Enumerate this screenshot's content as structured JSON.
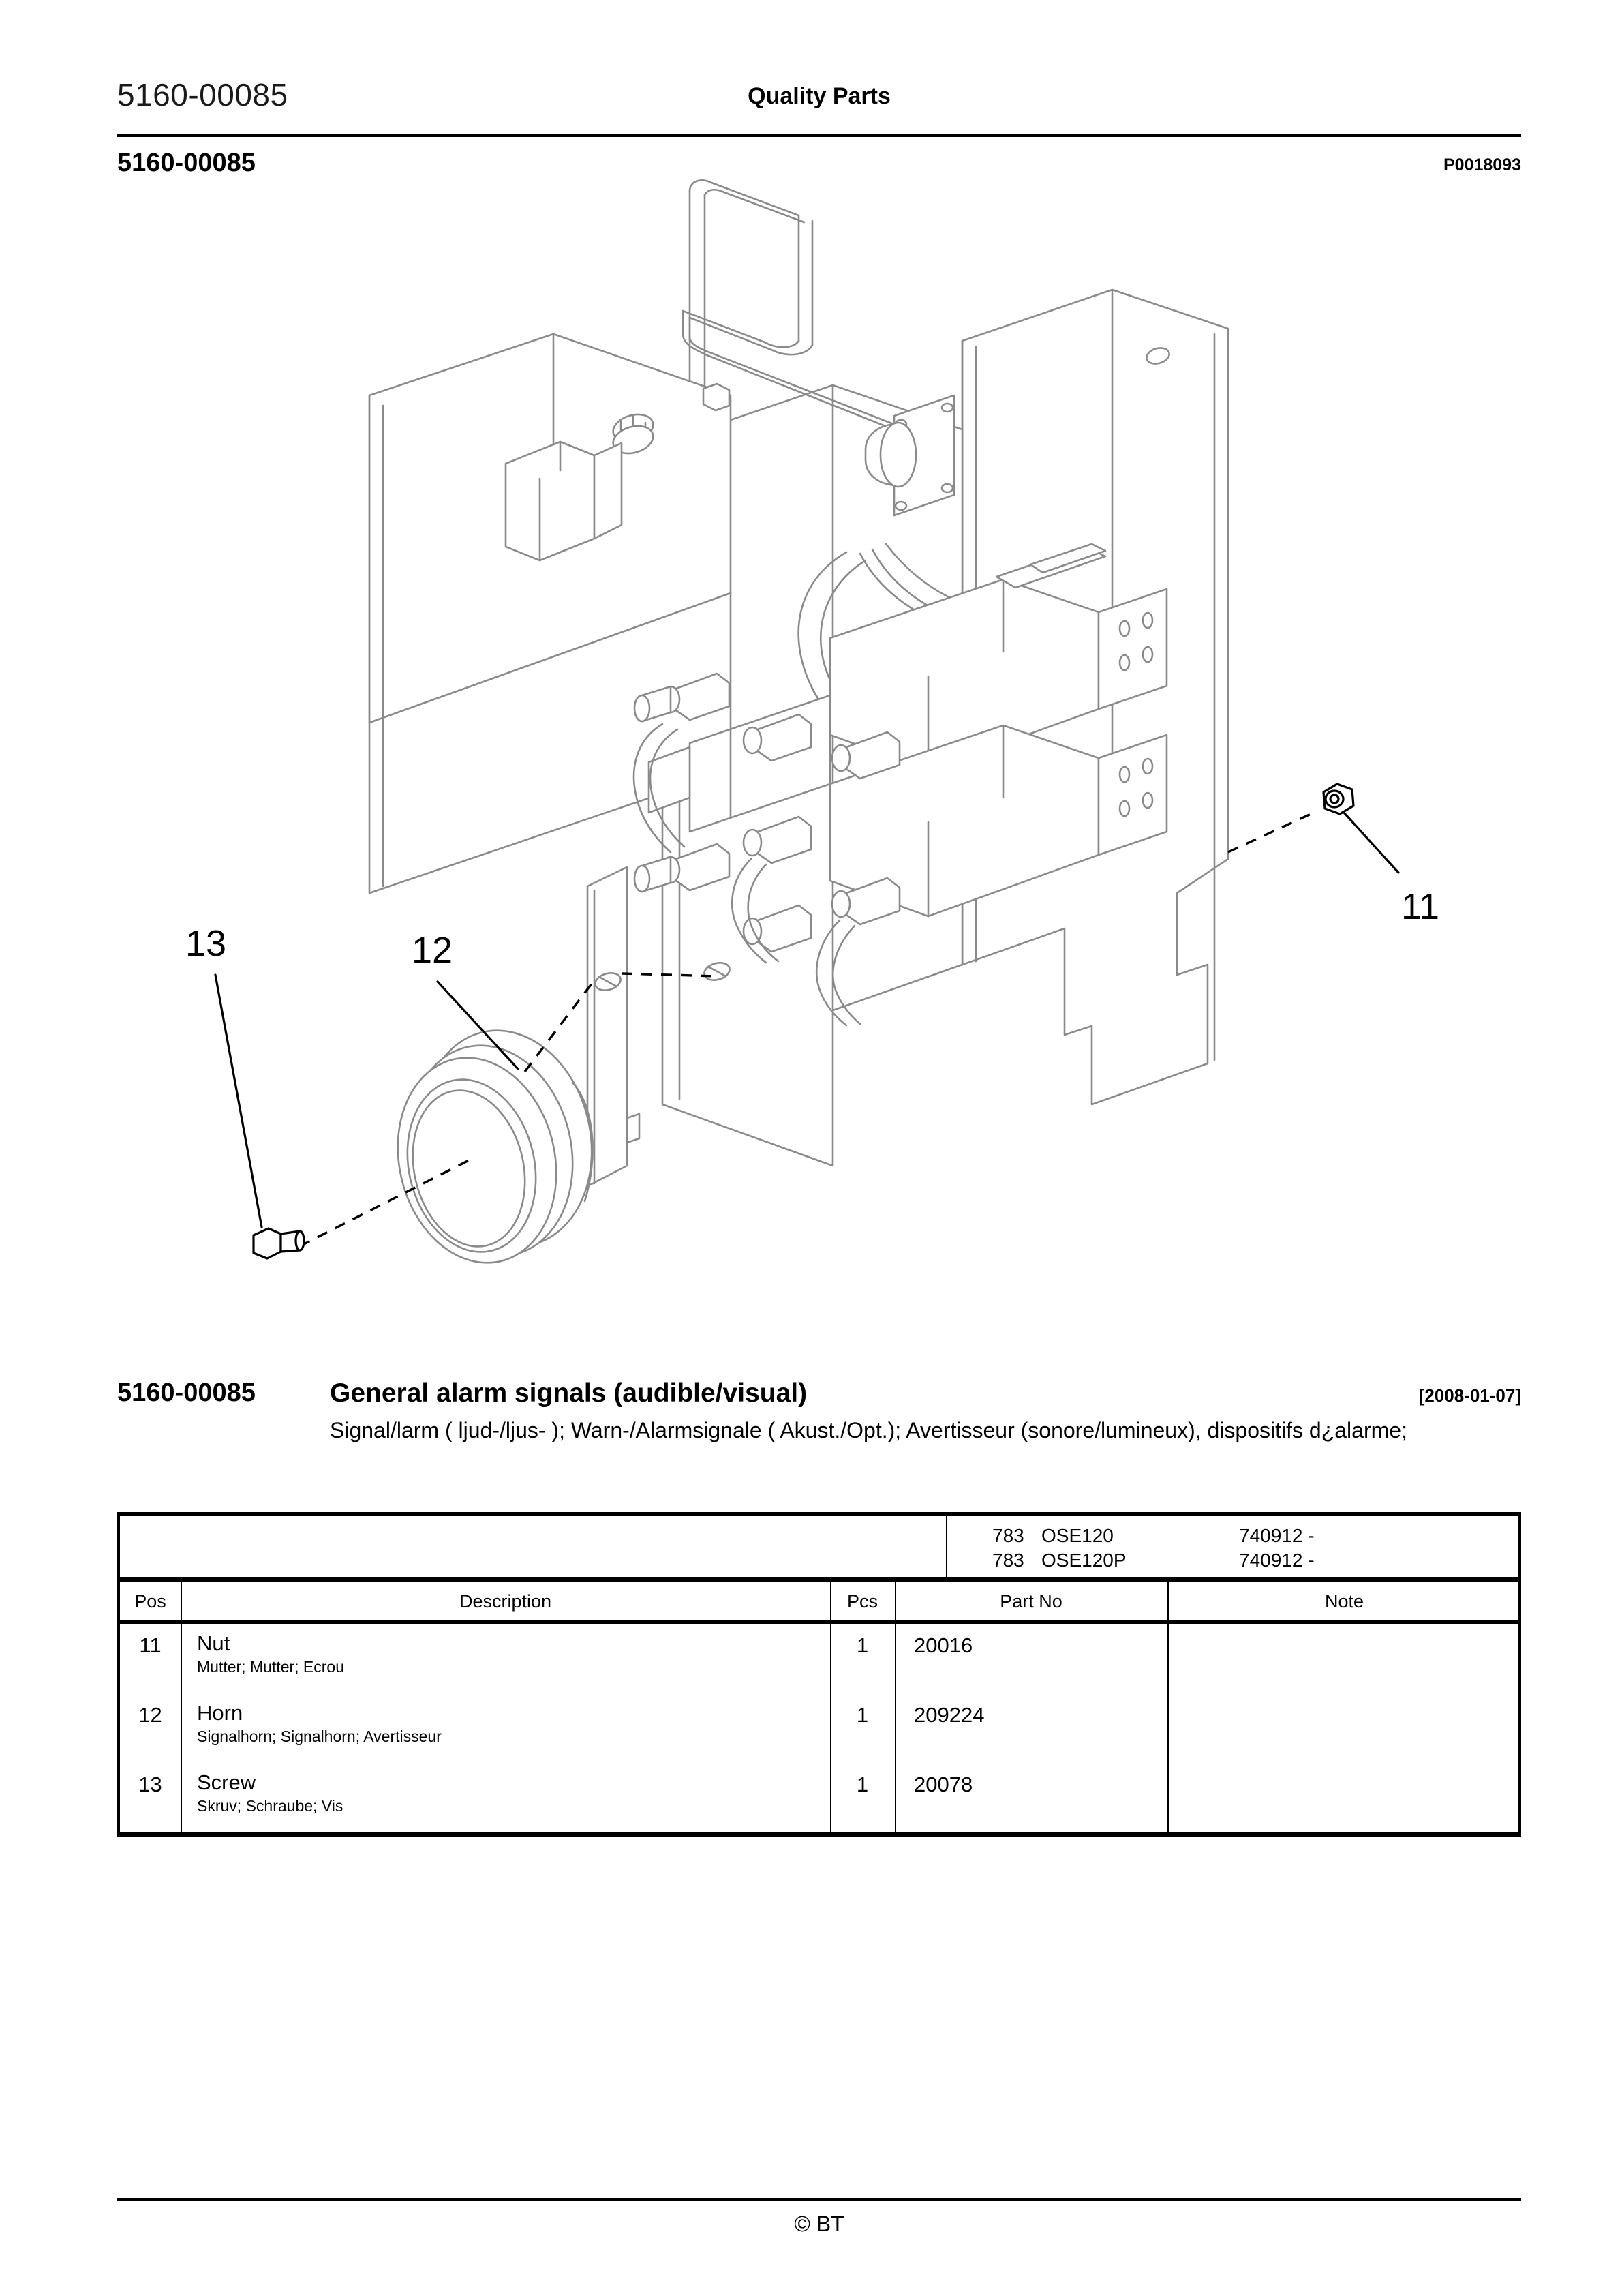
{
  "header": {
    "left_code": "5160-00085",
    "center_title": "Quality Parts",
    "sub_code": "5160-00085",
    "drawing_no": "P0018093"
  },
  "diagram": {
    "callouts": [
      {
        "label": "11",
        "part": "Nut"
      },
      {
        "label": "12",
        "part": "Horn"
      },
      {
        "label": "13",
        "part": "Screw"
      }
    ]
  },
  "title_block": {
    "code": "5160-00085",
    "title": "General alarm signals (audible/visual)",
    "date": "[2008-01-07]",
    "subtitle": "Signal/larm ( ljud-/ljus- ); Warn-/Alarmsignale ( Akust./Opt.); Avertisseur (sonore/lumineux), dispositifs d¿alarme;"
  },
  "table": {
    "models": [
      {
        "code": "783",
        "name": "OSE120",
        "serial": "740912 -"
      },
      {
        "code": "783",
        "name": "OSE120P",
        "serial": "740912 -"
      }
    ],
    "columns": {
      "pos": "Pos",
      "description": "Description",
      "pcs": "Pcs",
      "part_no": "Part No",
      "note": "Note"
    },
    "rows": [
      {
        "pos": "11",
        "description": "Nut",
        "description_sub": "Mutter; Mutter; Ecrou",
        "pcs": "1",
        "part_no": "20016",
        "note": ""
      },
      {
        "pos": "12",
        "description": "Horn",
        "description_sub": "Signalhorn; Signalhorn; Avertisseur",
        "pcs": "1",
        "part_no": "209224",
        "note": ""
      },
      {
        "pos": "13",
        "description": "Screw",
        "description_sub": "Skruv; Schraube; Vis",
        "pcs": "1",
        "part_no": "20078",
        "note": ""
      }
    ]
  },
  "footer": {
    "copyright": "© BT"
  }
}
